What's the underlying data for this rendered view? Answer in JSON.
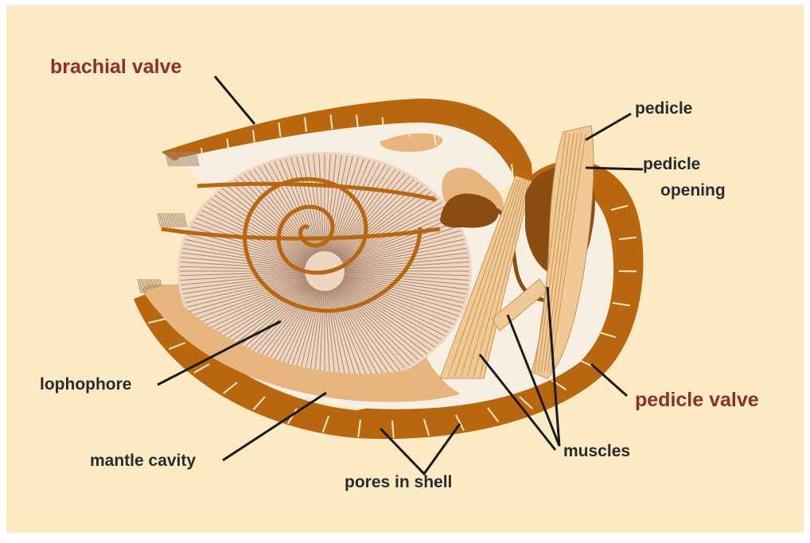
{
  "colors": {
    "background": "#fbeac3",
    "shell": "#b8670f",
    "shell_inner": "#f7f0e2",
    "mantle": "#e6b57d",
    "muscle": "#f0c994",
    "lophophore_fill": "#eed7c2",
    "filament": "#a9836b",
    "line": "#1a1a1a",
    "label_dark": "#2b2b2b",
    "label_accent": "#8c2f2a"
  },
  "labels": {
    "brachial_valve": "brachial valve",
    "pedicle": "pedicle",
    "pedicle_opening_line1": "pedicle",
    "pedicle_opening_line2": "opening",
    "pedicle_valve": "pedicle valve",
    "lophophore": "lophophore",
    "mantle_cavity": "mantle cavity",
    "muscles": "muscles",
    "pores_in_shell": "pores in shell"
  }
}
